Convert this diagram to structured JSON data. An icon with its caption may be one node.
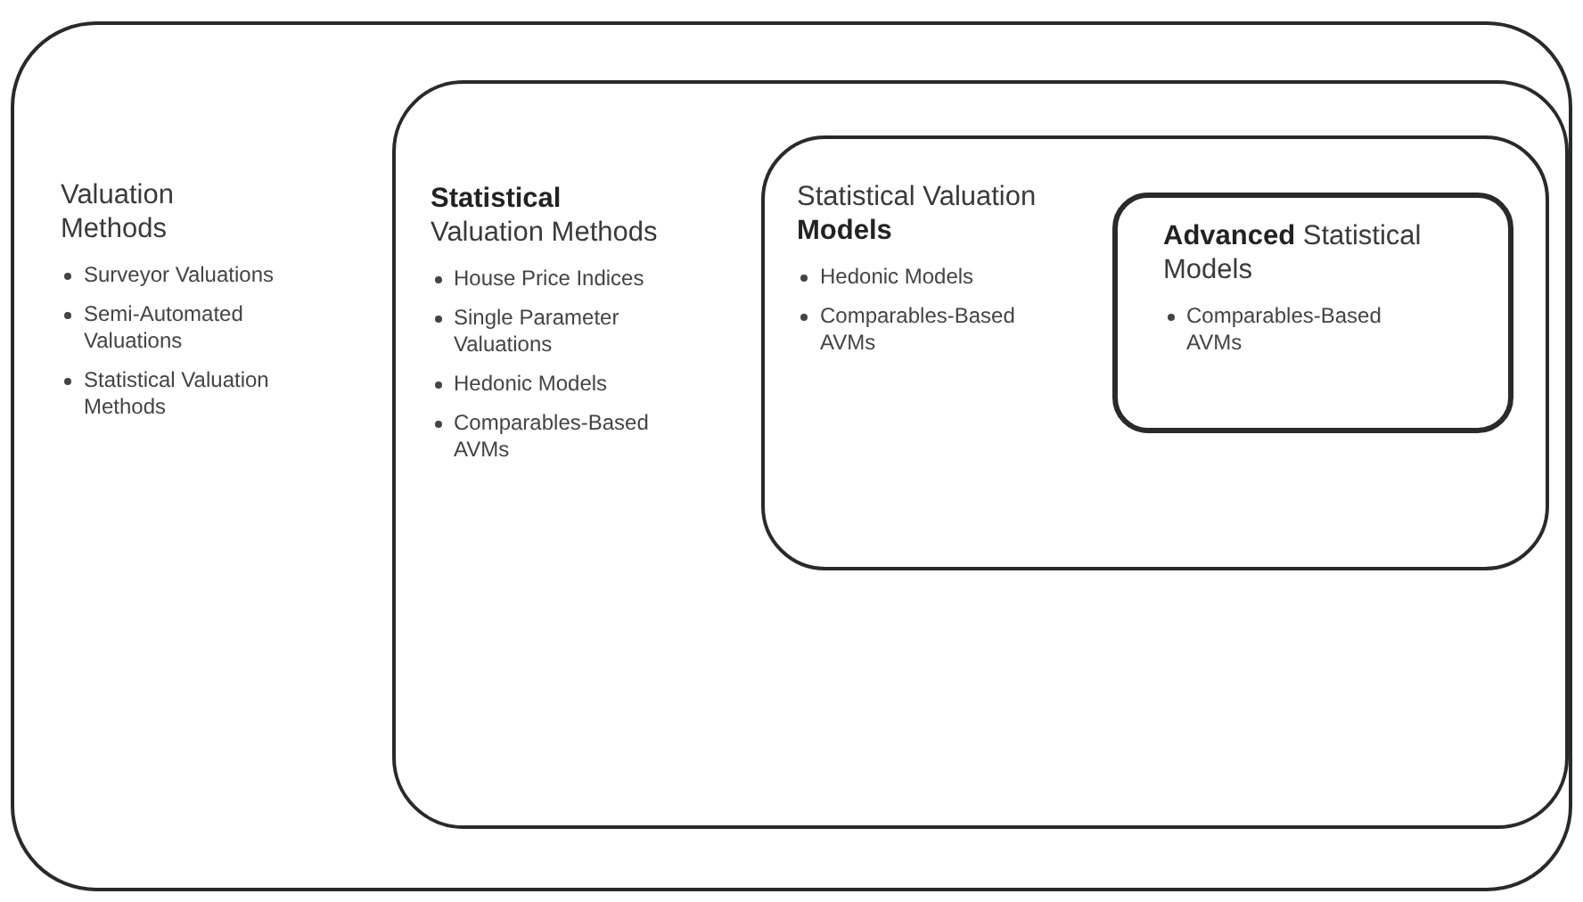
{
  "diagram": {
    "nodes": [
      {
        "text": [
          "Valuation Methods",
          "Surveyor Valuations",
          "Semi-Automated Valuations",
          "Statistical Valuation Methods"
        ]
      },
      {
        "text": [
          "**Statistical** Valuation Methods",
          "House Price Indices",
          "Single Parameter Valuations",
          "Hedonic Models",
          "Comparables-Based AVMs"
        ],
        "in": 0
      },
      {
        "text": [
          "Statistical Valuation **Models**",
          "Hedonic Models",
          "Comparables-Based AVMs"
        ],
        "in": 1
      },
      {
        "text": [
          "**Advanced** Statistical Models",
          "Comparables-Based AVMs"
        ],
        "in": 2
      }
    ]
  }
}
